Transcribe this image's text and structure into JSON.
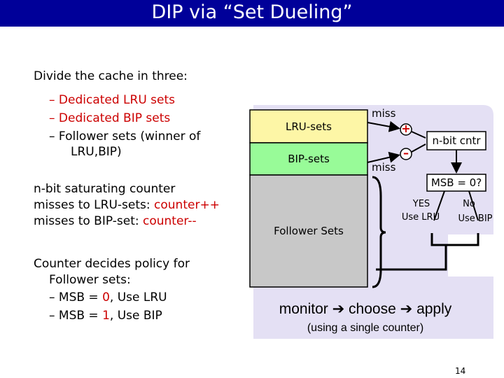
{
  "slide": {
    "title": "DIP via “Set Dueling”",
    "page_number": "14"
  },
  "left": {
    "intro": "Divide the cache in three:",
    "bullets": [
      "– Dedicated LRU sets",
      "– Dedicated BIP sets",
      "– Follower sets (winner of",
      "LRU,BIP)"
    ],
    "counter_lines": [
      "n-bit saturating counter",
      "misses to LRU-sets: ",
      "counter++",
      "misses to BIP-set: ",
      "counter--"
    ],
    "policy_intro": "Counter decides policy for",
    "policy_intro2": "Follower sets:",
    "policy_items": [
      {
        "prefix": "– MSB = ",
        "value": "0",
        "suffix": ", Use LRU"
      },
      {
        "prefix": "– MSB = ",
        "value": "1",
        "suffix": ", Use BIP"
      }
    ]
  },
  "diagram": {
    "lru_sets": "LRU-sets",
    "bip_sets": "BIP-sets",
    "follower_sets": "Follower Sets",
    "miss_top": "miss",
    "miss_bottom": "miss",
    "plus": "+",
    "minus": "–",
    "counter": "n-bit cntr",
    "msb_check": "MSB = 0?",
    "yes": "YES",
    "use_lru": "Use LRU",
    "no": "No",
    "use_bip": "Use BIP",
    "monitor_part1": "monitor",
    "monitor_part2": "choose",
    "monitor_part3": "apply",
    "monitor_sub": "(using a single counter)"
  },
  "colors": {
    "title_bar": "#000099",
    "lru_box": "#fdf6a6",
    "bip_box": "#98fb98",
    "follower_box": "#c8c8c8",
    "diagram_bg": "#e4e0f4",
    "accent_red": "#cc0000"
  }
}
